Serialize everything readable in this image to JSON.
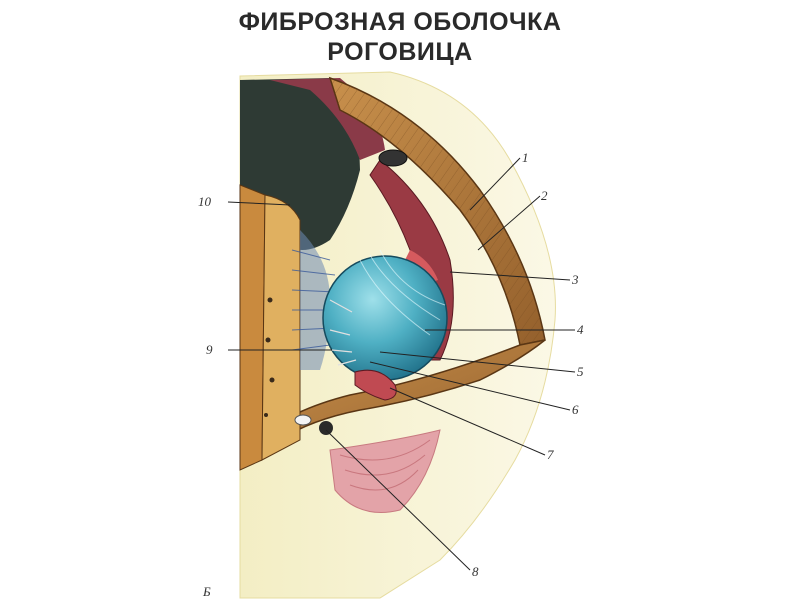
{
  "header": {
    "title_line1": "ФИБРОЗНАЯ ОБОЛОЧКА",
    "title_line2": "РОГОВИЦА"
  },
  "figure": {
    "panel_letter": "Б",
    "labels": [
      "1",
      "2",
      "3",
      "4",
      "5",
      "6",
      "7",
      "8",
      "9",
      "10"
    ]
  },
  "colors": {
    "cornea": "#b07a3c",
    "lens": "#3fa0b6",
    "skin": "#efe8b4",
    "iris": "#9a3a44",
    "dark": "#2e3a34"
  }
}
